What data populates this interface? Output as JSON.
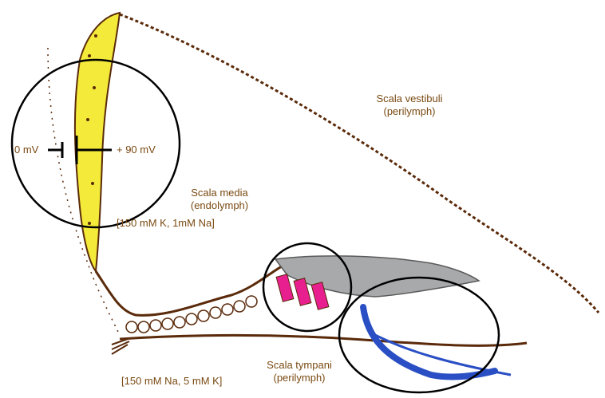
{
  "labels": {
    "potential_zero": "0 mV",
    "potential_positive": "+ 90 mV",
    "scala_vestibuli": "Scala vestibuli",
    "scala_vestibuli_fluid": "(perilymph)",
    "scala_media": "Scala media",
    "scala_media_fluid": "(endolymph)",
    "endolymph_ions": "[150 mM K, 1mM Na]",
    "perilymph_ions": "[150 mM Na, 5 mM K]",
    "scala_tympani": "Scala tympani",
    "scala_tympani_fluid": "(perilymph)"
  },
  "colors": {
    "tissue_outline": "#5a2a0a",
    "label_text": "#7a4a12",
    "stria_vascularis": "#f3ea3a",
    "hair_cells": "#e8208f",
    "tectorial_membrane": "#a7a9ab",
    "nerve_fibers": "#2a4fc4",
    "callout_circle": "#000000"
  }
}
